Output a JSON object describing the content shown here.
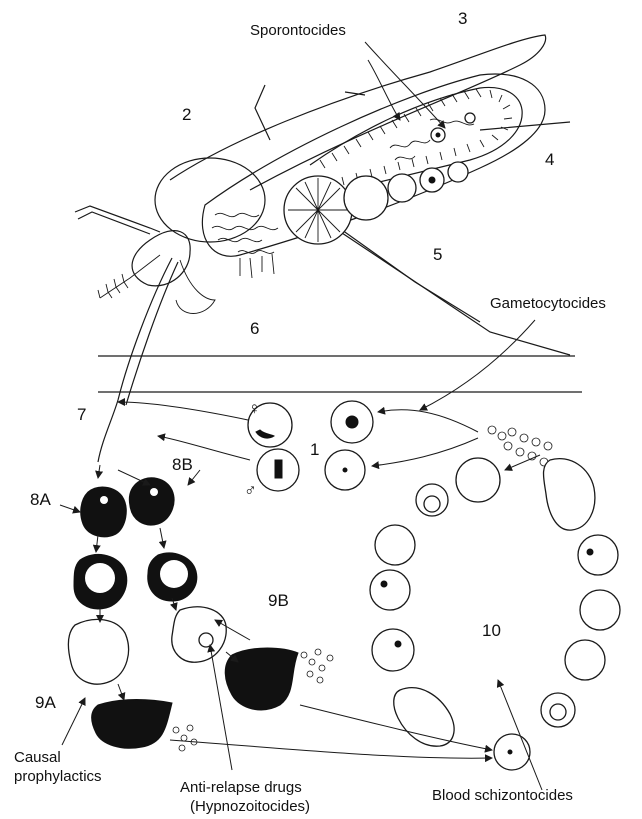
{
  "labels": {
    "sporontocides": "Sporontocides",
    "gametocytocides": "Gametocytocides",
    "causal_prophylactics_line1": "Causal",
    "causal_prophylactics_line2": "prophylactics",
    "anti_relapse_line1": "Anti-relapse drugs",
    "anti_relapse_line2": "(Hypnozoitocides)",
    "blood_schizontocides": "Blood schizontocides"
  },
  "stage_numbers": {
    "n1": "1",
    "n2": "2",
    "n3": "3",
    "n4": "4",
    "n5": "5",
    "n6": "6",
    "n7": "7",
    "n8a": "8A",
    "n8b": "8B",
    "n9a": "9A",
    "n9b": "9B",
    "n10": "10"
  },
  "symbols": {
    "female": "♀",
    "male": "♂"
  }
}
